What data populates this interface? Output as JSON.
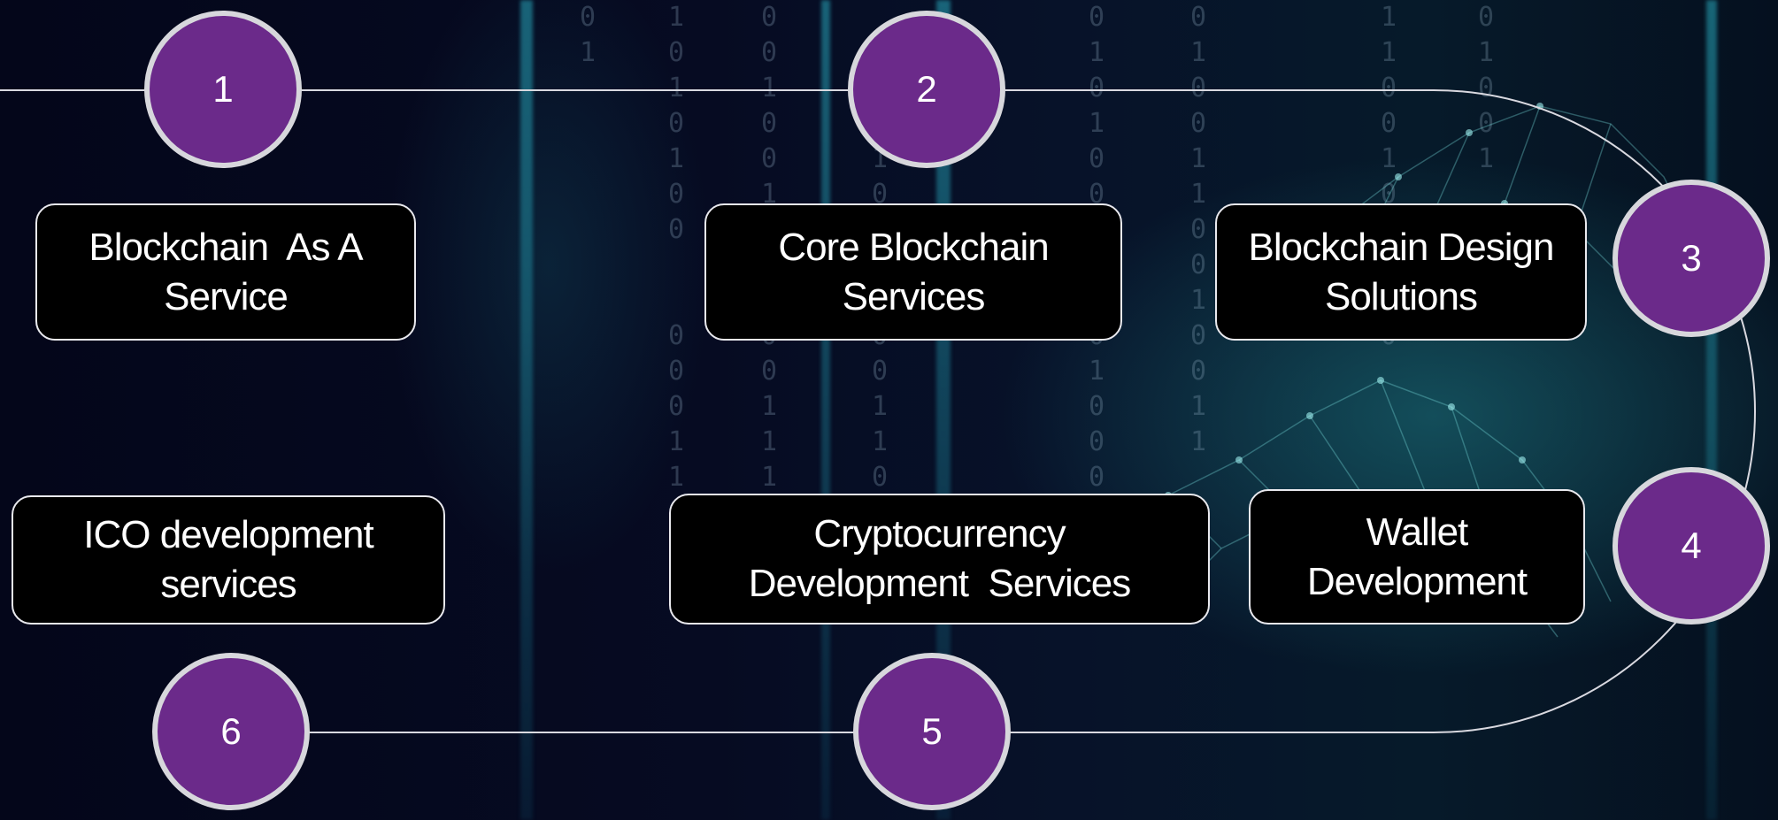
{
  "colors": {
    "circle_fill": "#6b2a8a",
    "circle_border": "#d7d7dc",
    "box_fill": "#000000",
    "box_border": "#e9e9ee",
    "connector": "#d9d9e0",
    "text": "#ffffff"
  },
  "steps": [
    {
      "number": "1",
      "label": "Blockchain  As A\nService"
    },
    {
      "number": "2",
      "label": "Core Blockchain\nServices"
    },
    {
      "number": "3",
      "label": "Blockchain Design\nSolutions"
    },
    {
      "number": "4",
      "label": "Wallet\nDevelopment"
    },
    {
      "number": "5",
      "label": "Cryptocurrency\nDevelopment  Services"
    },
    {
      "number": "6",
      "label": "ICO development\nservices"
    }
  ]
}
